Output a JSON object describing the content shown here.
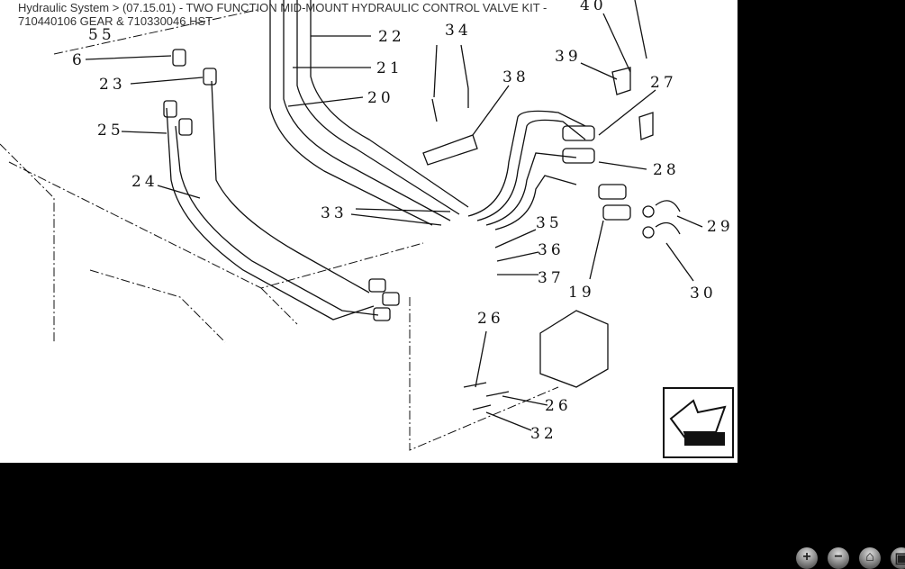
{
  "breadcrumb": {
    "text": "Hydraulic System > (07.15.01) - TWO FUNCTION MID-MOUNT HYDRAULIC CONTROL VALVE KIT - 710440106 GEAR & 710330046 HST"
  },
  "callouts": [
    "55",
    "6",
    "23",
    "25",
    "24",
    "22",
    "21",
    "20",
    "34",
    "38",
    "39",
    "40",
    "27",
    "28",
    "33",
    "35",
    "36",
    "37",
    "19",
    "29",
    "30",
    "26",
    "26",
    "32"
  ],
  "controls": {
    "zoom_in": "+",
    "zoom_out": "−",
    "home": "⌂",
    "fit": "▣"
  },
  "colors": {
    "background": "#000000",
    "canvas": "#ffffff",
    "ink": "#111111"
  }
}
